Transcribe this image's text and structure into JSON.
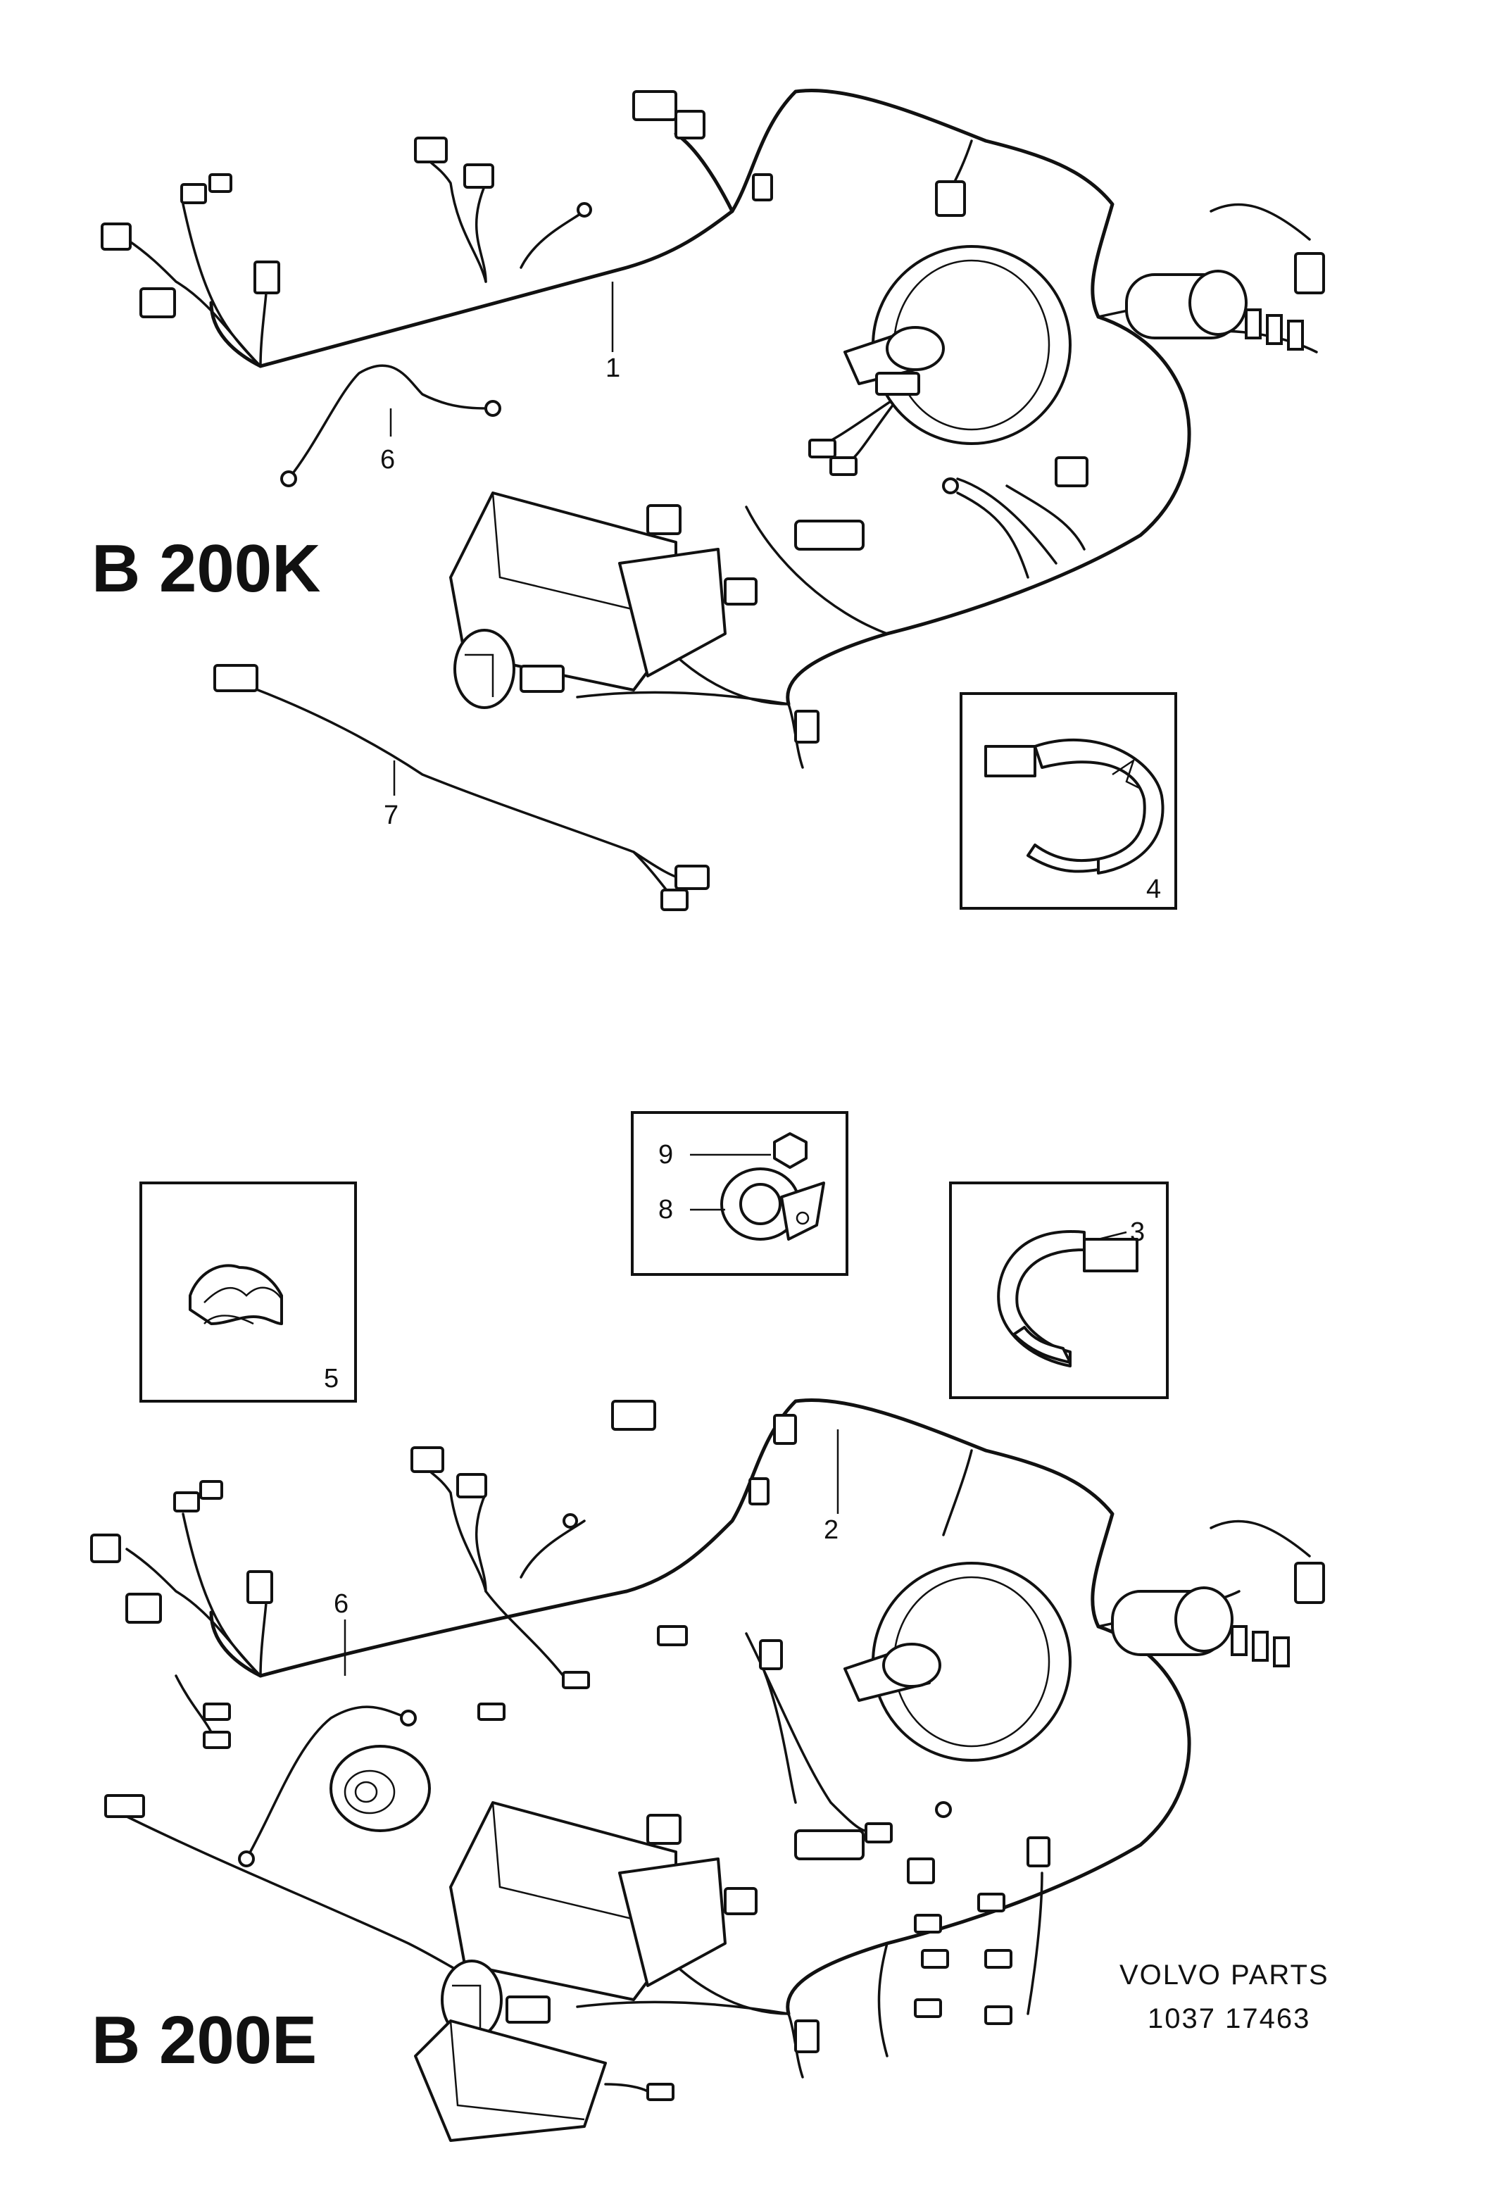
{
  "diagrams": {
    "top": {
      "title": "B 200K",
      "callouts": [
        "1",
        "6",
        "7",
        "4"
      ]
    },
    "bottom": {
      "title": "B 200E",
      "callouts": [
        "9",
        "8",
        "3",
        "5",
        "2",
        "6"
      ]
    }
  },
  "footer": {
    "line1": "VOLVO PARTS",
    "line2": "1037  17463"
  }
}
